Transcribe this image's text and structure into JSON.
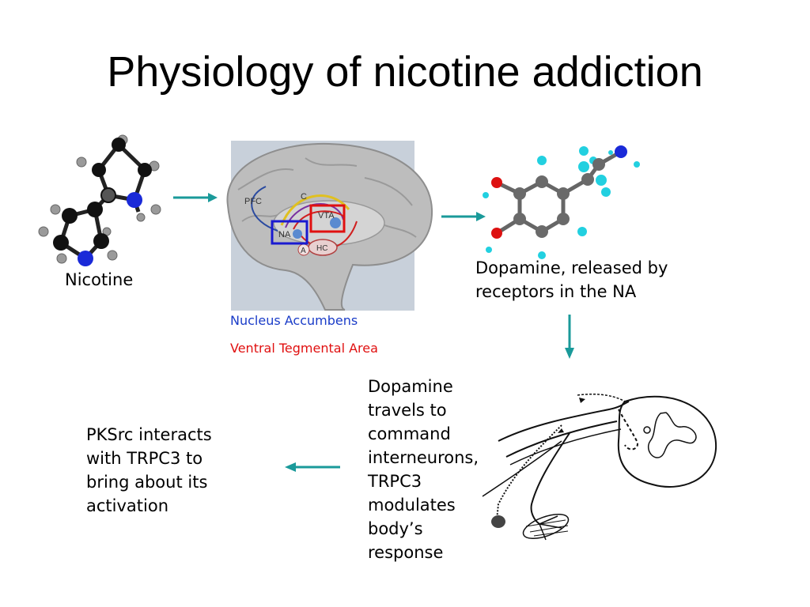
{
  "title": "Physiology of nicotine addiction",
  "labels": {
    "nicotine": "Nicotine",
    "dopamine": [
      "Dopamine, released by",
      "receptors in the NA"
    ],
    "nucleus_accumbens": "Nucleus Accumbens",
    "vta_full": "Ventral Tegmental Area",
    "dopamine_travels": [
      "Dopamine",
      "travels to",
      "command",
      "interneurons,",
      "TRPC3",
      "modulates",
      "body’s",
      "response"
    ],
    "pksrc": [
      "PKSrc interacts",
      "with TRPC3 to",
      "bring about its",
      "activation"
    ]
  },
  "brain_labels": {
    "pfc": "PFC",
    "c": "C",
    "vta": "VTA",
    "na": "NA",
    "a": "A",
    "hc": "HC"
  },
  "colors": {
    "arrow": "#1a9a9a",
    "na_box": "#1a1ad0",
    "vta_box": "#e01010",
    "nucleus_accumbens_text": "#1a3cc8",
    "vta_text": "#e01010",
    "carbon": "#111111",
    "nitrogen": "#1a2ad8",
    "hydrogen_nicotine": "#9a9a9a",
    "hydrogen_dopamine": "#22d0e0",
    "oxygen": "#dd1111",
    "carbon_dopamine": "#6a6a6a"
  }
}
